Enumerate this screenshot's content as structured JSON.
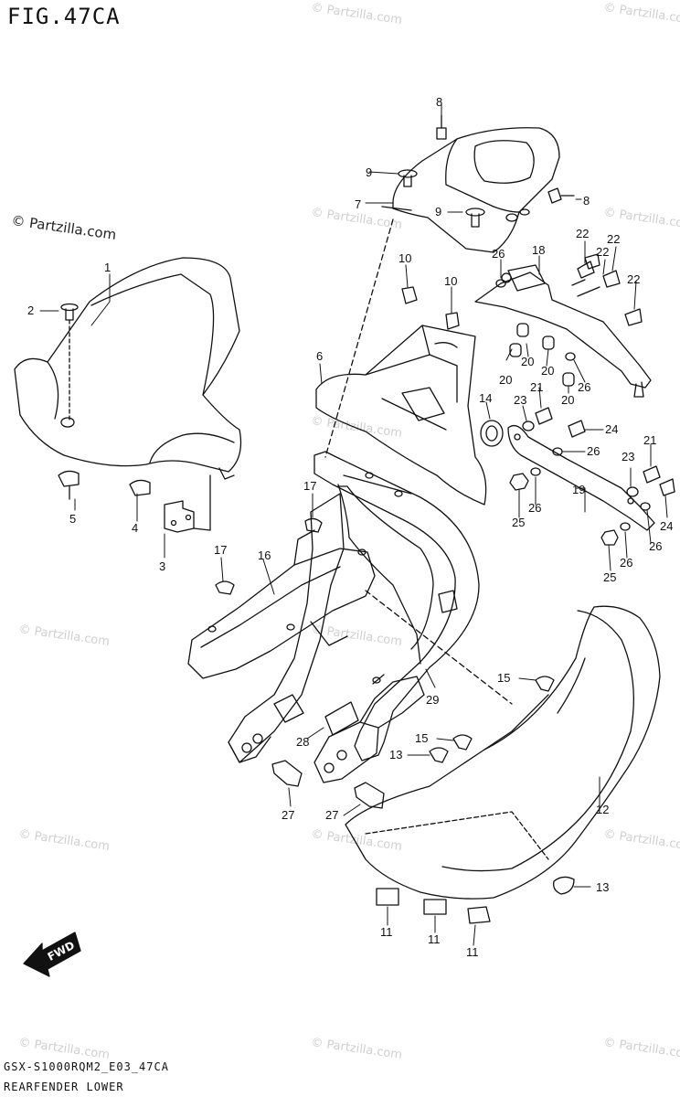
{
  "title": "FIG.47CA",
  "watermark": "© Partzilla.com",
  "footer": {
    "code": "GSX-S1000RQM2_E03_47CA",
    "name": "REARFENDER LOWER"
  },
  "fwd_label": "FWD",
  "callouts": {
    "c1": "1",
    "c2": "2",
    "c3": "3",
    "c4": "4",
    "c5": "5",
    "c6": "6",
    "c7": "7",
    "c8a": "8",
    "c8b": "8",
    "c9a": "9",
    "c9b": "9",
    "c10a": "10",
    "c10b": "10",
    "c11a": "11",
    "c11b": "11",
    "c11c": "11",
    "c12": "12",
    "c13a": "13",
    "c13b": "13",
    "c14": "14",
    "c15a": "15",
    "c15b": "15",
    "c16": "16",
    "c17a": "17",
    "c17b": "17",
    "c18": "18",
    "c19": "19",
    "c20a": "20",
    "c20b": "20",
    "c20c": "20",
    "c20d": "20",
    "c21a": "21",
    "c21b": "21",
    "c22a": "22",
    "c22b": "22",
    "c22c": "22",
    "c22d": "22",
    "c23a": "23",
    "c23b": "23",
    "c24a": "24",
    "c24b": "24",
    "c25a": "25",
    "c25b": "25",
    "c26a": "26",
    "c26b": "26",
    "c26c": "26",
    "c26d": "26",
    "c26e": "26",
    "c26f": "26",
    "c27a": "27",
    "c27b": "27",
    "c28": "28",
    "c29": "29"
  }
}
